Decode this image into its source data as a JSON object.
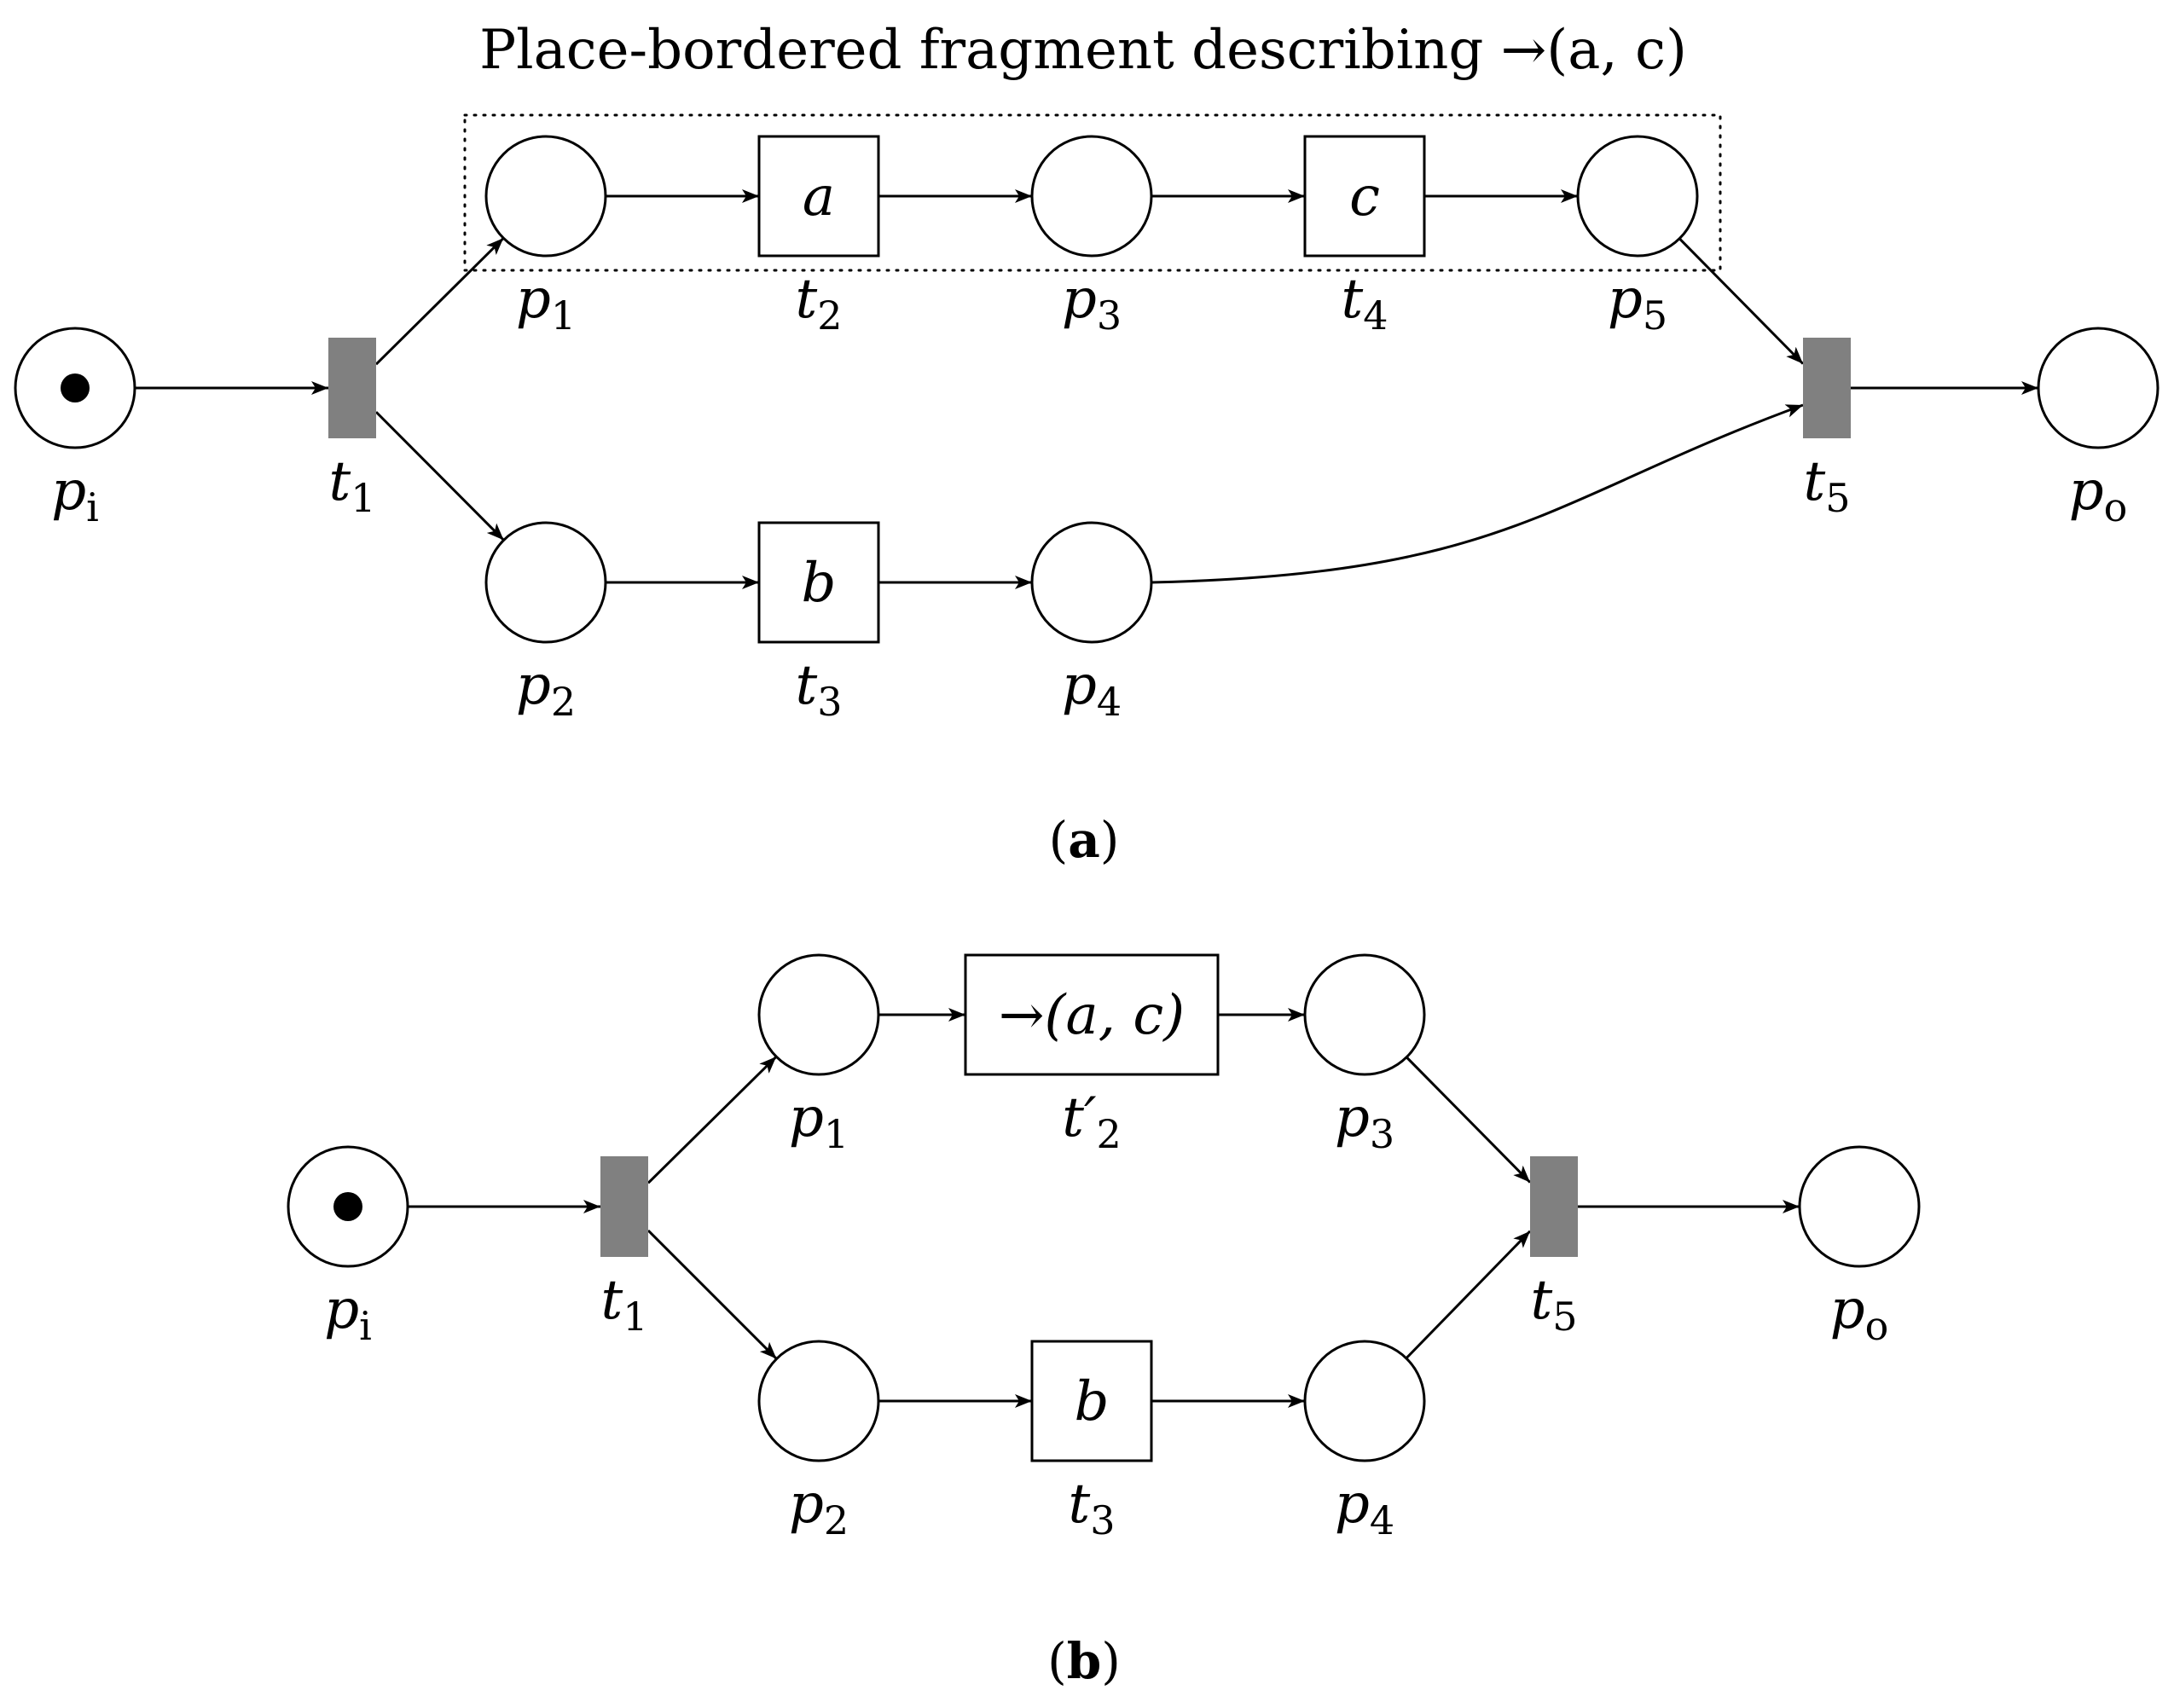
{
  "title": "Place-bordered fragment describing →(a, c)",
  "panels": [
    {
      "caption": {
        "open": "(",
        "letter": "a",
        "close": ")"
      },
      "places": [
        {
          "id": "pi",
          "base": "p",
          "sub": "i",
          "token": true
        },
        {
          "id": "p1",
          "base": "p",
          "sub": "1"
        },
        {
          "id": "p2",
          "base": "p",
          "sub": "2"
        },
        {
          "id": "p3",
          "base": "p",
          "sub": "3"
        },
        {
          "id": "p4",
          "base": "p",
          "sub": "4"
        },
        {
          "id": "p5",
          "base": "p",
          "sub": "5"
        },
        {
          "id": "po",
          "base": "p",
          "sub": "o",
          "final": true
        }
      ],
      "transitions": [
        {
          "id": "t1",
          "base": "t",
          "sub": "1",
          "silent": true
        },
        {
          "id": "t2",
          "base": "t",
          "sub": "2",
          "activity": "a"
        },
        {
          "id": "t3",
          "base": "t",
          "sub": "3",
          "activity": "b"
        },
        {
          "id": "t4",
          "base": "t",
          "sub": "4",
          "activity": "c"
        },
        {
          "id": "t5",
          "base": "t",
          "sub": "5",
          "silent": true
        }
      ],
      "arcs": [
        [
          "pi",
          "t1"
        ],
        [
          "t1",
          "p1"
        ],
        [
          "t1",
          "p2"
        ],
        [
          "p1",
          "t2"
        ],
        [
          "t2",
          "p3"
        ],
        [
          "p3",
          "t4"
        ],
        [
          "t4",
          "p5"
        ],
        [
          "p5",
          "t5"
        ],
        [
          "p2",
          "t3"
        ],
        [
          "t3",
          "p4"
        ],
        [
          "p4",
          "t5"
        ],
        [
          "t5",
          "po"
        ]
      ]
    },
    {
      "caption": {
        "open": "(",
        "letter": "b",
        "close": ")"
      },
      "places": [
        {
          "id": "pi",
          "base": "p",
          "sub": "i",
          "token": true
        },
        {
          "id": "p1",
          "base": "p",
          "sub": "1"
        },
        {
          "id": "p2",
          "base": "p",
          "sub": "2"
        },
        {
          "id": "p3",
          "base": "p",
          "sub": "3"
        },
        {
          "id": "p4",
          "base": "p",
          "sub": "4"
        },
        {
          "id": "po",
          "base": "p",
          "sub": "o",
          "final": true
        }
      ],
      "transitions": [
        {
          "id": "t1",
          "base": "t",
          "sub": "1",
          "silent": true
        },
        {
          "id": "t2p",
          "base": "t′",
          "sub": "2",
          "activity": "→(a, c)"
        },
        {
          "id": "t3",
          "base": "t",
          "sub": "3",
          "activity": "b"
        },
        {
          "id": "t5",
          "base": "t",
          "sub": "5",
          "silent": true
        }
      ],
      "arcs": [
        [
          "pi",
          "t1"
        ],
        [
          "t1",
          "p1"
        ],
        [
          "t1",
          "p2"
        ],
        [
          "p1",
          "t2p"
        ],
        [
          "t2p",
          "p3"
        ],
        [
          "p3",
          "t5"
        ],
        [
          "p2",
          "t3"
        ],
        [
          "t3",
          "p4"
        ],
        [
          "p4",
          "t5"
        ],
        [
          "t5",
          "po"
        ]
      ]
    }
  ]
}
